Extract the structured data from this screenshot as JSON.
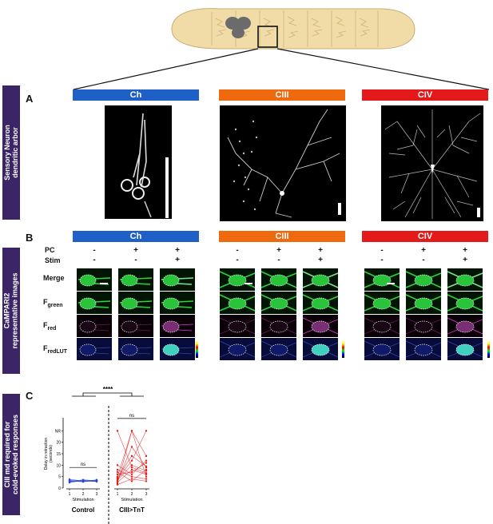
{
  "panel_a": {
    "letter": "A",
    "side_label_line1": "Sensory Neuron",
    "side_label_line2": "dendritic arbor",
    "headers": [
      "Ch",
      "CIII",
      "CIV"
    ]
  },
  "panel_b": {
    "letter": "B",
    "side_label_line1": "CaMPARI2",
    "side_label_line2": "representative images",
    "headers": [
      "Ch",
      "CIII",
      "CIV"
    ],
    "pc_label": "PC",
    "stim_label": "Stim",
    "pc_signs": [
      "-",
      "+",
      "+"
    ],
    "stim_signs": [
      "-",
      "-",
      "+"
    ],
    "row_labels": [
      {
        "main": "Merge",
        "sub": ""
      },
      {
        "main": "F",
        "sub": "green"
      },
      {
        "main": "F",
        "sub": "red"
      },
      {
        "main": "F",
        "sub": "redLUT"
      }
    ]
  },
  "panel_c": {
    "letter": "C",
    "side_label_line1": "CIII md required for",
    "side_label_line2": "cold-evoked responses",
    "significance_top": "****",
    "ns_control": "ns",
    "ns_tnt": "ns",
    "y_axis_label_line1": "Delay in retraction",
    "y_axis_label_line2": "(seconds)",
    "x_axis_label": "Stimulation",
    "group_labels": [
      "Control",
      "CIII>TnT"
    ]
  },
  "colors": {
    "ch": "#1f5fc8",
    "ciii": "#ef6a0f",
    "civ": "#e41a1a",
    "sidebar": "#3b2567",
    "control_series": "#2a46d6",
    "tnt_series": "#e31c1c"
  },
  "chart_data": {
    "type": "line",
    "ylabel": "Delay in retraction (seconds)",
    "ylim": [
      0,
      30
    ],
    "y_ticks": [
      "0",
      "5",
      "10",
      "15",
      "20",
      "NR"
    ],
    "x_ticks": [
      "1",
      "2",
      "3"
    ],
    "groups": [
      {
        "name": "Control",
        "x": [
          1,
          2,
          3
        ],
        "series": [
          [
            3.0,
            3.2,
            2.8
          ],
          [
            3.5,
            3.0,
            3.4
          ],
          [
            2.6,
            3.4,
            3.0
          ],
          [
            3.2,
            2.8,
            3.6
          ],
          [
            2.8,
            3.6,
            3.2
          ],
          [
            3.8,
            3.1,
            2.9
          ],
          [
            3.1,
            2.7,
            3.3
          ],
          [
            2.4,
            3.3,
            3.1
          ]
        ]
      },
      {
        "name": "CIII>TnT",
        "x": [
          1,
          2,
          3
        ],
        "series": [
          [
            2.0,
            25.0,
            5.0
          ],
          [
            3.0,
            18.0,
            9.0
          ],
          [
            4.0,
            12.0,
            25.0
          ],
          [
            5.0,
            25.0,
            14.0
          ],
          [
            2.5,
            8.0,
            6.0
          ],
          [
            6.0,
            7.0,
            11.0
          ],
          [
            8.0,
            5.0,
            4.0
          ],
          [
            3.5,
            10.0,
            7.5
          ],
          [
            1.5,
            4.0,
            3.0
          ],
          [
            10.0,
            6.0,
            12.0
          ],
          [
            4.5,
            14.0,
            9.5
          ],
          [
            7.0,
            3.0,
            8.0
          ],
          [
            25.0,
            9.0,
            6.5
          ]
        ]
      }
    ]
  }
}
